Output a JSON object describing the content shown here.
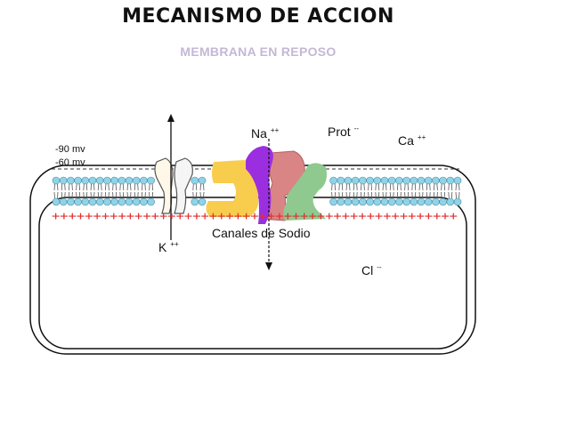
{
  "title": "MECANISMO DE ACCION",
  "subtitle": "MEMBRANA EN REPOSO",
  "potentials": {
    "resting": "-90 mv",
    "threshold": "-60 mv"
  },
  "ions": {
    "na": {
      "symbol": "Na",
      "charge": "++"
    },
    "prot": {
      "symbol": "Prot",
      "charge": "--"
    },
    "ca": {
      "symbol": "Ca",
      "charge": "++"
    },
    "k": {
      "symbol": "K",
      "charge": "++"
    },
    "cl": {
      "symbol": "Cl",
      "charge": "--"
    }
  },
  "channels_label": "Canales de Sodio",
  "charges_inside": "+++++++++++++++++++++++++++++++++++++++++++++++++",
  "colors": {
    "phospholipid_head": "#8fd3e8",
    "potassium_channel": "#fff8e8",
    "sodium_yellow": "#f8cd4e",
    "sodium_purple": "#9b2fe0",
    "sodium_red": "#d98585",
    "sodium_green": "#8fc98f",
    "charge_red": "#e03030"
  }
}
